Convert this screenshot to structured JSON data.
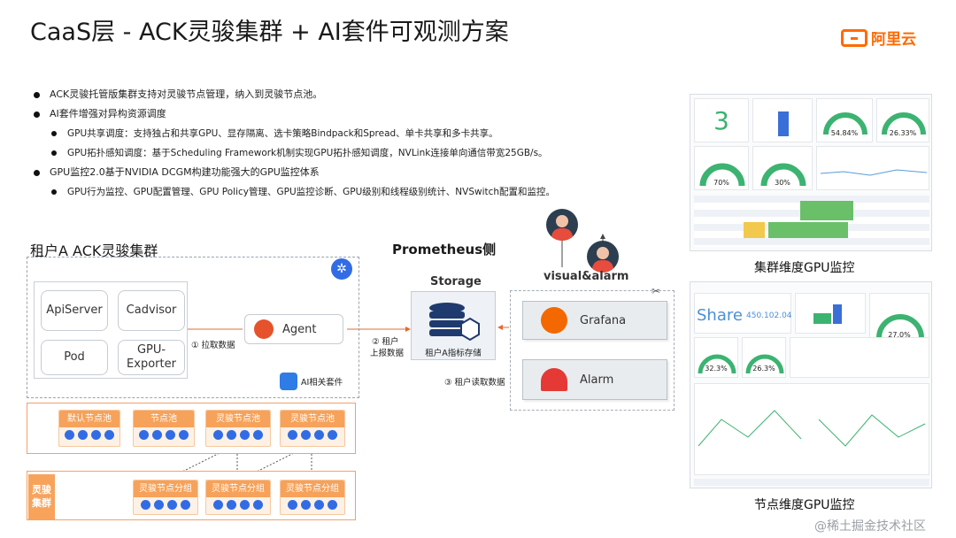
{
  "title": "CaaS层 - ACK灵骏集群 + AI套件可观测方案",
  "logo": {
    "text": "阿里云",
    "color": "#ff6a00"
  },
  "bullets": [
    {
      "level": 1,
      "text": "ACK灵骏托管版集群支持对灵骏节点管理，纳入到灵骏节点池。"
    },
    {
      "level": 1,
      "text": "AI套件增强对异构资源调度"
    },
    {
      "level": 2,
      "text": "GPU共享调度：支持独占和共享GPU、显存隔离、选卡策略Bindpack和Spread、单卡共享和多卡共享。"
    },
    {
      "level": 2,
      "text": "GPU拓扑感知调度：基于Scheduling Framework机制实现GPU拓扑感知调度，NVLink连接单向通信带宽25GB/s。"
    },
    {
      "level": 1,
      "text": "GPU监控2.0基于NVIDIA DCGM构建功能强大的GPU监控体系"
    },
    {
      "level": 2,
      "text": "GPU行为监控、GPU配置管理、GPU Policy管理、GPU监控诊断、GPU级别和线程级别统计、NVSwitch配置和监控。"
    }
  ],
  "cluster": {
    "title": "租户A ACK灵骏集群",
    "components": [
      "ApiServer",
      "Cadvisor",
      "Pod",
      "GPU-\nExporter"
    ],
    "agent": "Agent",
    "ai_suite": "AI相关套件",
    "step1": "① 拉取数据",
    "pools": [
      "默认节点池",
      "节点池",
      "灵骏节点池",
      "灵骏节点池"
    ],
    "groups": [
      "灵骏节点分组",
      "灵骏节点分组",
      "灵骏节点分组"
    ],
    "ling_label": "灵骏\n集群"
  },
  "prometheus": {
    "title": "Prometheus侧",
    "storage_title": "Storage",
    "storage_label": "租户A指标存储",
    "step2_line1": "② 租户",
    "step2_line2": "上报数据",
    "step3": "③ 租户读取数据"
  },
  "visual": {
    "title": "visual&alarm",
    "apps": [
      "Grafana",
      "Alarm"
    ]
  },
  "dashboards": {
    "cluster_caption": "集群维度GPU监控",
    "node_caption": "节点维度GPU监控",
    "cluster_big_number": "3",
    "cluster_gauges": [
      "54.84%",
      "26.33%",
      "70%",
      "30%"
    ],
    "node_share": "Share",
    "node_number": "450.102.04",
    "node_gauges": [
      "27.0%",
      "32.3%",
      "26.3%"
    ]
  },
  "watermark": "@稀土掘金技术社区",
  "colors": {
    "orange": "#f6a25a",
    "k8s_blue": "#326ce5",
    "gauge_green": "#3cb371",
    "red": "#e53935"
  }
}
